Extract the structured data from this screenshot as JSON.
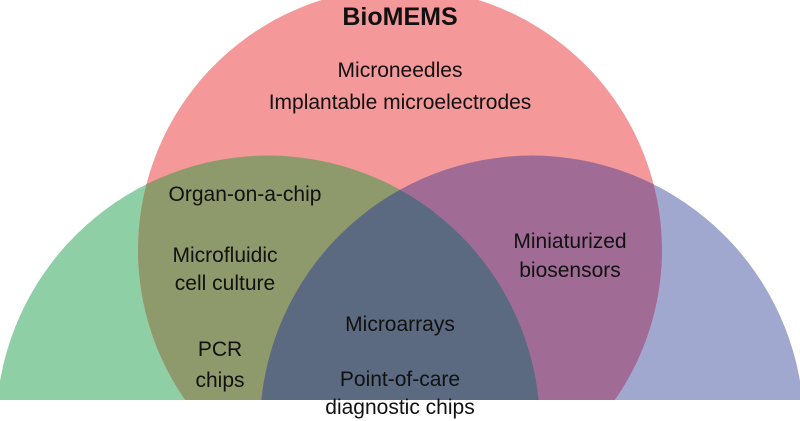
{
  "title": "BioMEMS",
  "colors": {
    "biomems": "#f4989a",
    "left": "#8fcfa6",
    "right": "#a0a8cf",
    "biomems_left": "#8f9a6c",
    "biomems_right": "#a06c95",
    "left_right": "#5f7088",
    "center": "#5b6a80"
  },
  "labels": {
    "microneedles": "Microneedles",
    "implantable": "Implantable microelectrodes",
    "organ": "Organ-on-a-chip",
    "microfluidic_1": "Microfluidic",
    "microfluidic_2": "cell culture",
    "pcr_1": "PCR",
    "pcr_2": "chips",
    "biosensors_1": "Miniaturized",
    "biosensors_2": "biosensors",
    "microarrays": "Microarrays",
    "poc_1": "Point-of-care",
    "poc_2": "diagnostic chips"
  }
}
